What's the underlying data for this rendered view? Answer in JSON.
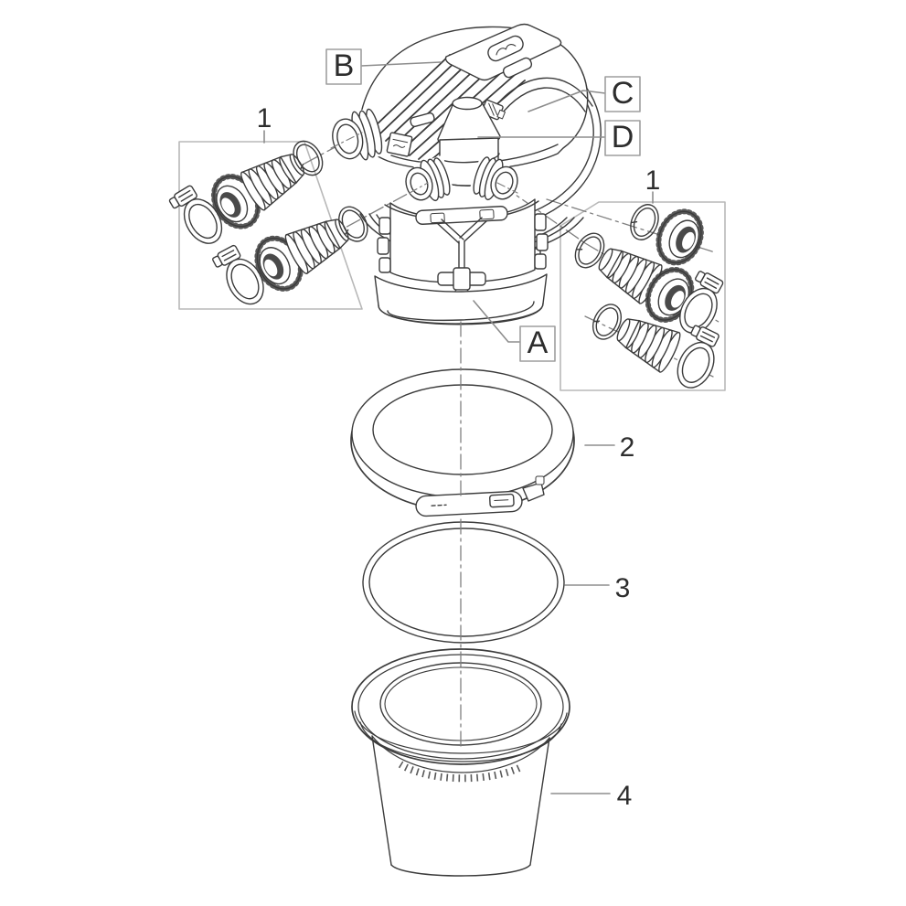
{
  "diagram": {
    "background": "#ffffff",
    "line_color": "#3b3b3b",
    "leader_color": "#8d8d8d",
    "construction_line_color": "#7f7f7f",
    "kit_box_border": "#b8b8b8",
    "callout_box_border": "#9e9e9e",
    "letter_callouts": {
      "A": "A",
      "B": "B",
      "C": "C",
      "D": "D"
    },
    "number_callouts": {
      "kit_left": "1",
      "kit_right": "1",
      "clamp_ring": "2",
      "seal_ring": "3",
      "container": "4"
    }
  }
}
